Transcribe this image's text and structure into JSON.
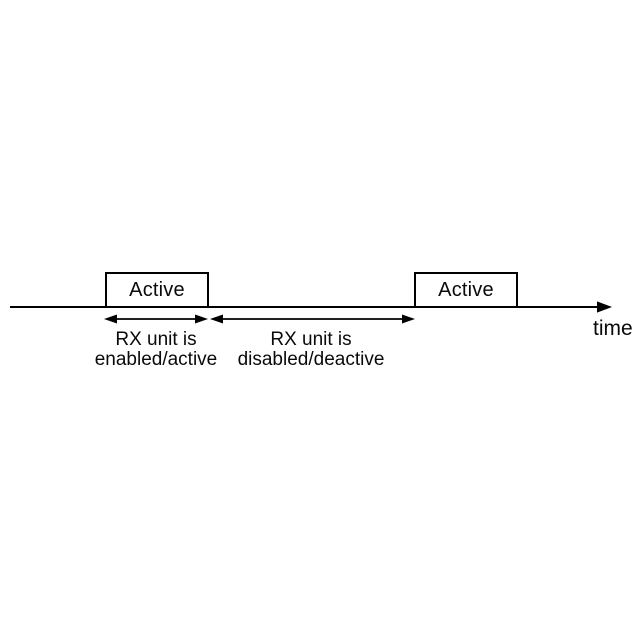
{
  "diagram": {
    "type": "timing-diagram",
    "background_color": "#ffffff",
    "line_color": "#000000",
    "timeline": {
      "axis_label": "time",
      "arrowhead": "right-arrowhead-icon"
    },
    "pulses": [
      {
        "label": "Active"
      },
      {
        "label": "Active"
      }
    ],
    "intervals": [
      {
        "label_line1": "RX unit is",
        "label_line2": "enabled/active",
        "arrow": "double-headed"
      },
      {
        "label_line1": "RX unit is",
        "label_line2": "disabled/deactive",
        "arrow": "double-headed"
      }
    ]
  }
}
